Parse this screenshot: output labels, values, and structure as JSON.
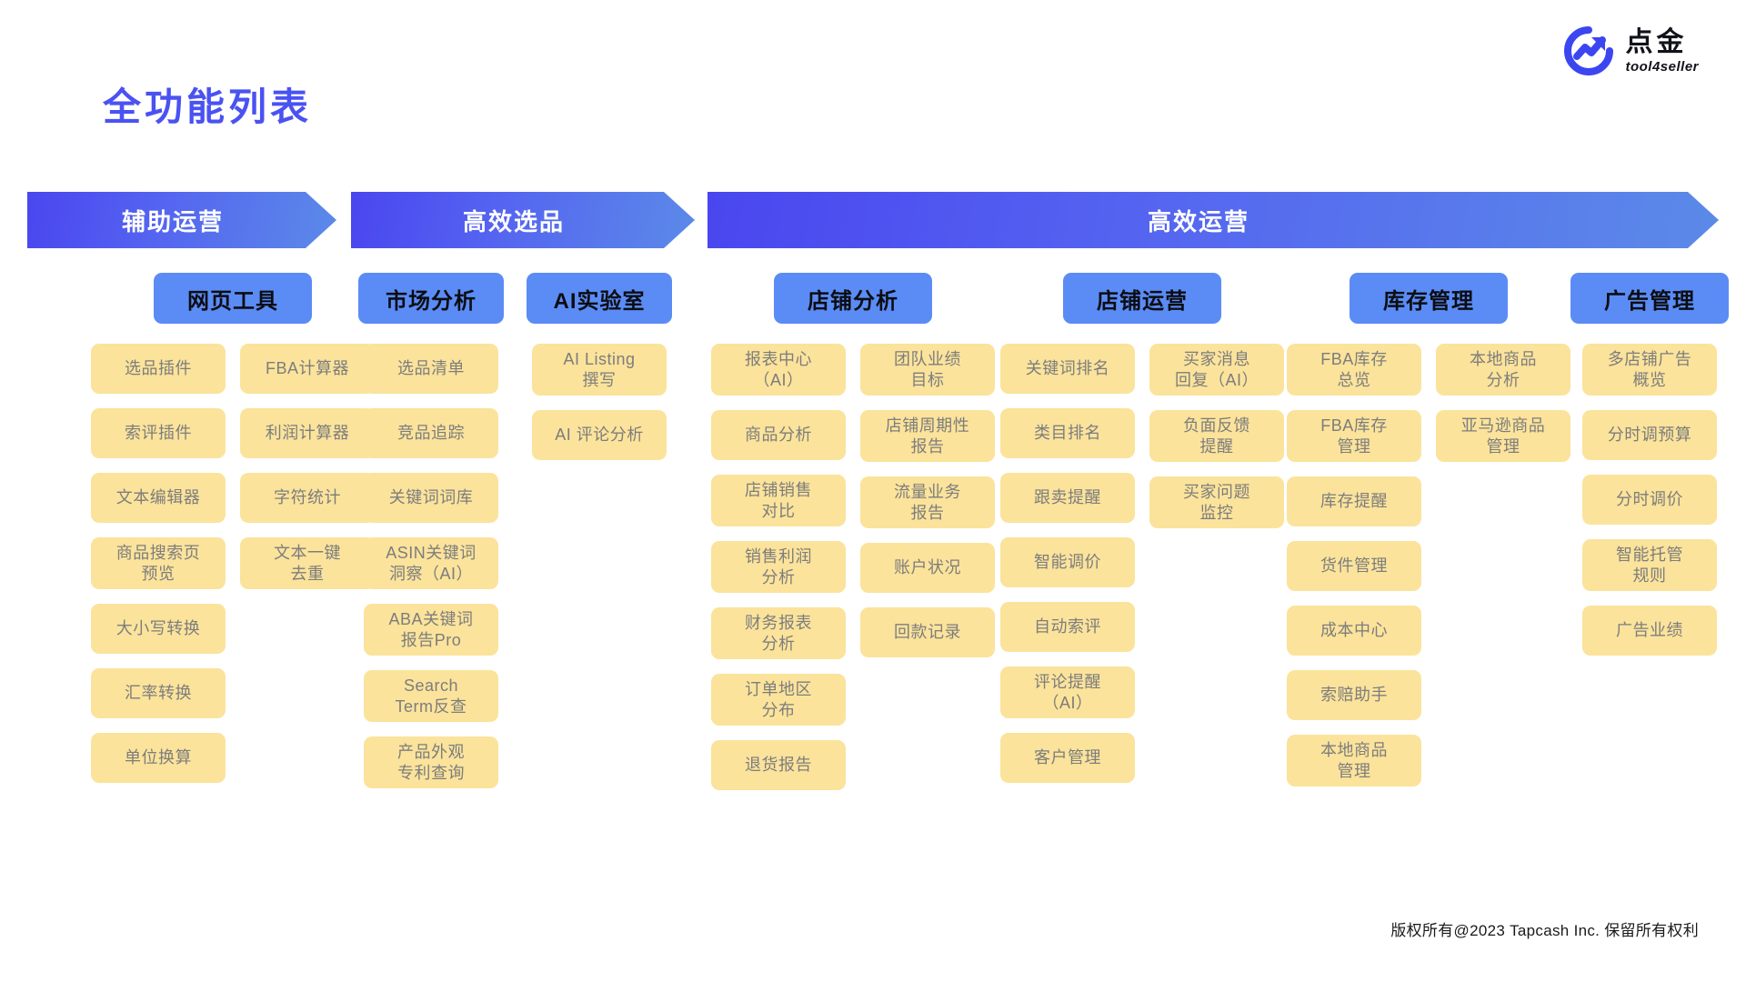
{
  "brand": {
    "logo_icon": "circular-trend-arrow-icon",
    "name_cn": "点金",
    "name_en": "tool4seller"
  },
  "page_title": "全功能列表",
  "footer": "版权所有@2023 Tapcash Inc. 保留所有权利",
  "colors": {
    "title": "#4a52f2",
    "banner_from": "#4a46ef",
    "banner_to": "#5b8ae8",
    "category_button": "#5b8cf5",
    "card_bg": "#fbe39b",
    "card_text": "#7d7d7d"
  },
  "banners": [
    {
      "label": "辅助运营"
    },
    {
      "label": "高效选品"
    },
    {
      "label": "高效运营"
    }
  ],
  "groups": [
    {
      "id": "web-tools",
      "label": "网页工具",
      "columns": [
        {
          "items": [
            "选品插件",
            "索评插件",
            "文本编辑器",
            "商品搜索页\n预览",
            "大小写转换",
            "汇率转换",
            "单位换算"
          ]
        },
        {
          "items": [
            "FBA计算器",
            "利润计算器",
            "字符统计",
            "文本一键\n去重"
          ]
        }
      ]
    },
    {
      "id": "market-analysis",
      "label": "市场分析",
      "columns": [
        {
          "items": [
            "选品清单",
            "竞品追踪",
            "关键词词库",
            "ASIN关键词\n洞察（AI）",
            "ABA关键词\n报告Pro",
            "Search\nTerm反查",
            "产品外观\n专利查询"
          ]
        }
      ]
    },
    {
      "id": "ai-lab",
      "label": "AI实验室",
      "columns": [
        {
          "items": [
            "AI Listing\n撰写",
            "AI 评论分析"
          ]
        }
      ]
    },
    {
      "id": "store-analysis",
      "label": "店铺分析",
      "columns": [
        {
          "items": [
            "报表中心\n（AI）",
            "商品分析",
            "店铺销售\n对比",
            "销售利润\n分析",
            "财务报表\n分析",
            "订单地区\n分布",
            "退货报告"
          ]
        },
        {
          "items": [
            "团队业绩\n目标",
            "店铺周期性\n报告",
            "流量业务\n报告",
            "账户状况",
            "回款记录"
          ]
        }
      ]
    },
    {
      "id": "store-operation",
      "label": "店铺运营",
      "columns": [
        {
          "items": [
            "关键词排名",
            "类目排名",
            "跟卖提醒",
            "智能调价",
            "自动索评",
            "评论提醒\n（AI）",
            "客户管理"
          ]
        },
        {
          "items": [
            "买家消息\n回复（AI）",
            "负面反馈\n提醒",
            "买家问题\n监控"
          ]
        }
      ]
    },
    {
      "id": "inventory-management",
      "label": "库存管理",
      "columns": [
        {
          "items": [
            "FBA库存\n总览",
            "FBA库存\n管理",
            "库存提醒",
            "货件管理",
            "成本中心",
            "索赔助手",
            "本地商品\n管理"
          ]
        },
        {
          "items": [
            "本地商品\n分析",
            "亚马逊商品\n管理"
          ]
        }
      ]
    },
    {
      "id": "ads-management",
      "label": "广告管理",
      "columns": [
        {
          "items": [
            "多店铺广告\n概览",
            "分时调预算",
            "分时调价",
            "智能托管\n规则",
            "广告业绩"
          ]
        }
      ]
    }
  ]
}
